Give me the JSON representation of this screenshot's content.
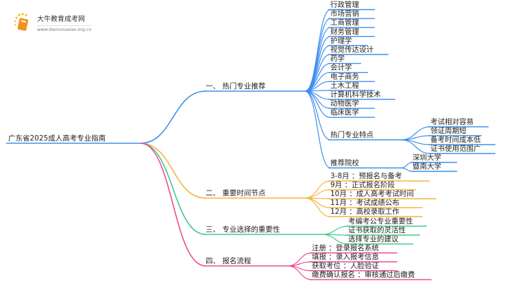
{
  "logo": {
    "name": "大牛教育成考网",
    "url": "www.daniuxueiao.org.cn"
  },
  "colors": {
    "blue": "#3b8ef0",
    "orange": "#f4b440",
    "green": "#3fc98c",
    "pink": "#ef4a90"
  },
  "root": "广东省2025成人高考专业指南",
  "branches": [
    {
      "label": "一、 热门专业推荐",
      "color": "blue",
      "children": [
        "行政管理",
        "市场营销",
        "工商管理",
        "财务管理",
        "护理学",
        "视觉传达设计",
        "药学",
        "会计学",
        "电子商务",
        "土木工程",
        "计算机科学技术",
        "动物医学",
        "临床医学"
      ],
      "groups": [
        {
          "label": "热门专业特点",
          "children": [
            "考试相对容易",
            "领证周期短",
            "备考时间成本低",
            "证书使用范围广"
          ]
        },
        {
          "label": "推荐院校",
          "children": [
            "深圳大学",
            "暨南大学"
          ]
        }
      ]
    },
    {
      "label": "二、 重要时间节点",
      "color": "orange",
      "children": [
        "3-8月 ：预报名与备考",
        "9月 ：正式报名阶段",
        "10月 ：成人高考考试时间",
        "11月 ：考试成绩公布",
        "12月 ：高校录取工作"
      ]
    },
    {
      "label": "三、 专业选择的重要性",
      "color": "green",
      "children": [
        "考编考公专业重要性",
        "证书获取的灵活性",
        "选择专业的建议"
      ]
    },
    {
      "label": "四、 报名流程",
      "color": "pink",
      "children": [
        "注册 ：登录报名系统",
        "填报 ：录入报考信息",
        "获取考位 ：人脸验证",
        "缴费确认报名 ：审核通过后缴费"
      ]
    }
  ]
}
